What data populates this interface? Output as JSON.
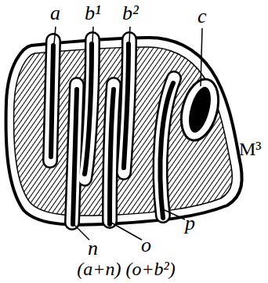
{
  "diagram": {
    "caption": "(a+n) (o+b²)",
    "labels": [
      "a",
      "b¹",
      "b²",
      "c",
      "M³",
      "n",
      "o",
      "p"
    ]
  }
}
